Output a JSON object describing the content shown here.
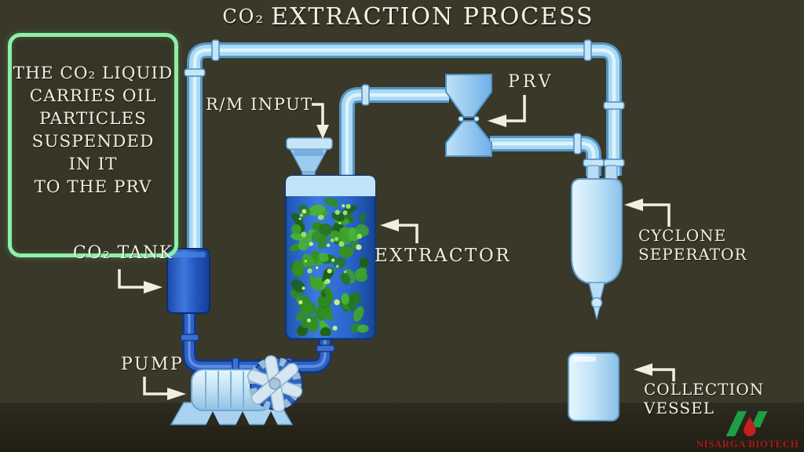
{
  "title": {
    "co2": "CO₂",
    "rest": "EXTRACTION PROCESS"
  },
  "info_box": {
    "lines": [
      "THE CO₂ LIQUID",
      "CARRIES OIL",
      "PARTICLES",
      "SUSPENDED",
      "IN IT",
      "TO THE PRV"
    ]
  },
  "labels": {
    "rm_input": "R/M INPUT",
    "prv": "PRV",
    "co2_tank": "CO₂ TANK",
    "extractor": "EXTRACTOR",
    "pump": "PUMP",
    "cyclone": [
      "CYCLONE",
      "SEPERATOR"
    ],
    "collection": [
      "COLLECTION",
      "VESSEL"
    ]
  },
  "logo": {
    "name": "NISARGA BIOTECH"
  },
  "colors": {
    "background": "#3a3829",
    "floor": "#2b2a1e",
    "pipe_gas": "#a9d9f4",
    "pipe_liquid": "#2e62c4",
    "vessel_blue": "#2b6ac8",
    "plant_green": "#3fa32a",
    "label_text": "#f2eee0",
    "info_border": "#8ef0a8",
    "logo_green": "#1e9e44",
    "logo_red": "#c41e1e"
  }
}
